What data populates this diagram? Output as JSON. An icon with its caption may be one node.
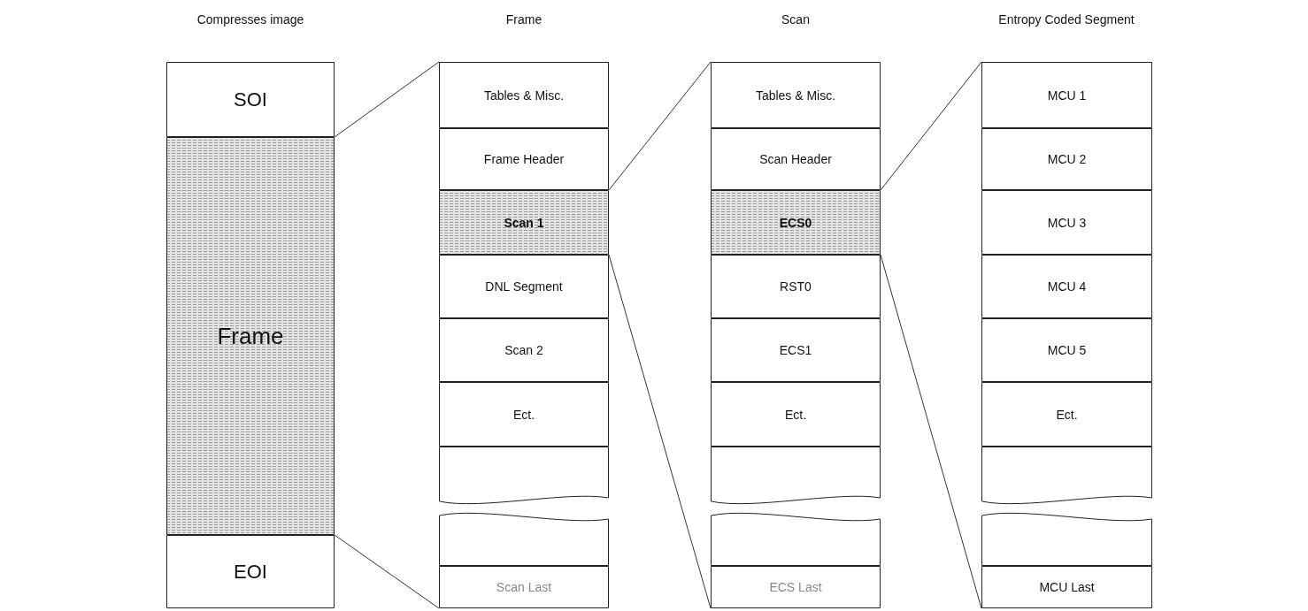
{
  "diagram": {
    "nodes": [
      {
        "text": [
          "SOI"
        ]
      },
      {
        "text": [
          "Frame"
        ]
      },
      {
        "text": [
          "EOI"
        ]
      },
      {
        "text": [
          "Tables & Misc."
        ]
      },
      {
        "text": [
          "Frame Header"
        ]
      },
      {
        "text": [
          "Scan 1"
        ]
      },
      {
        "text": [
          "DNL Segment"
        ]
      },
      {
        "text": [
          "Scan 2"
        ]
      },
      {
        "text": [
          "Ect."
        ]
      },
      {
        "text": [],
        "shape": "box"
      },
      {
        "text": [],
        "shape": "box"
      },
      {
        "text": [
          "Scan Last"
        ]
      },
      {
        "text": [
          "Tables & Misc."
        ]
      },
      {
        "text": [
          "Scan Header"
        ]
      },
      {
        "text": [
          "ECS0"
        ]
      },
      {
        "text": [
          "RST0"
        ]
      },
      {
        "text": [
          "ECS1"
        ]
      },
      {
        "text": [
          "Ect."
        ]
      },
      {
        "text": [],
        "shape": "box"
      },
      {
        "text": [],
        "shape": "box"
      },
      {
        "text": [
          "ECS Last"
        ]
      },
      {
        "text": [
          "MCU 1"
        ]
      },
      {
        "text": [
          "MCU 2"
        ]
      },
      {
        "text": [
          "MCU 3"
        ]
      },
      {
        "text": [
          "MCU 4"
        ]
      },
      {
        "text": [
          "MCU 5"
        ]
      },
      {
        "text": [
          "Ect."
        ]
      },
      {
        "text": [],
        "shape": "box"
      },
      {
        "text": [],
        "shape": "box"
      },
      {
        "text": [
          "MCU Last"
        ]
      }
    ],
    "edges": [
      {
        "from": 1,
        "to": 3,
        "arrow": "none"
      },
      {
        "from": 1,
        "to": 11,
        "arrow": "none"
      },
      {
        "from": 5,
        "to": 12,
        "arrow": "none"
      },
      {
        "from": 5,
        "to": 20,
        "arrow": "none"
      },
      {
        "from": 14,
        "to": 21,
        "arrow": "none"
      },
      {
        "from": 14,
        "to": 29,
        "arrow": "none"
      }
    ],
    "labels": [
      "Compresses image",
      "Frame",
      "Scan",
      "Entropy Coded Segment"
    ]
  }
}
